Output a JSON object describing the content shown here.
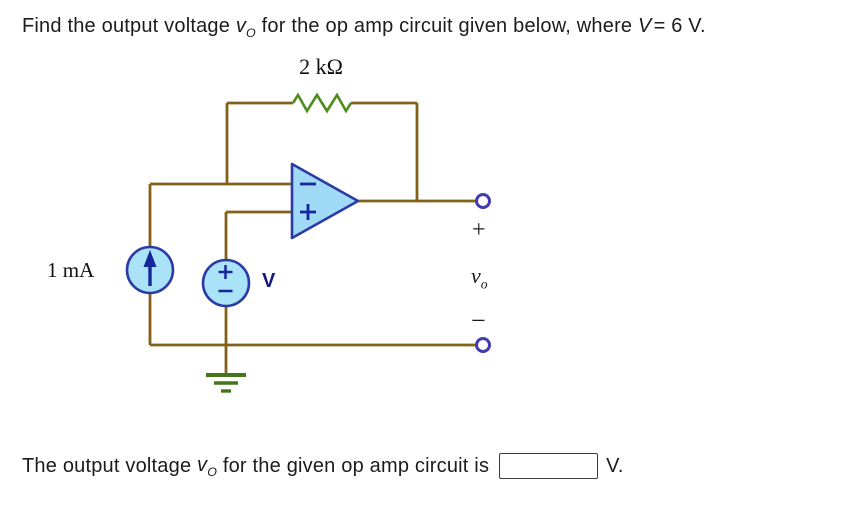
{
  "question": {
    "prefix": "Find the output voltage ",
    "vo_base": "v",
    "vo_sub": "O",
    "middle": " for the op amp circuit given below, where ",
    "v_symbol": "V",
    "suffix": "= 6 V."
  },
  "circuit": {
    "resistor_label": "2 kΩ",
    "current_source_label": "1 mA",
    "voltage_source_label": "V",
    "output_plus": "+",
    "output_vo_base": "v",
    "output_vo_sub": "o",
    "output_minus": "−",
    "colors": {
      "wire": "#84611a",
      "resistor_green": "#4e8c1e",
      "ground_green": "#44751a",
      "opamp_fill": "#a0daf6",
      "source_fill": "#aae2f8",
      "component_border": "#2b3aa5",
      "symbol_blue": "#16269b",
      "terminal_border": "#433cb0"
    }
  },
  "answer": {
    "prefix": "The output voltage ",
    "vo_base": "v",
    "vo_sub": "O",
    "middle": " for the given op amp circuit is",
    "input_value": "",
    "unit": "V."
  }
}
